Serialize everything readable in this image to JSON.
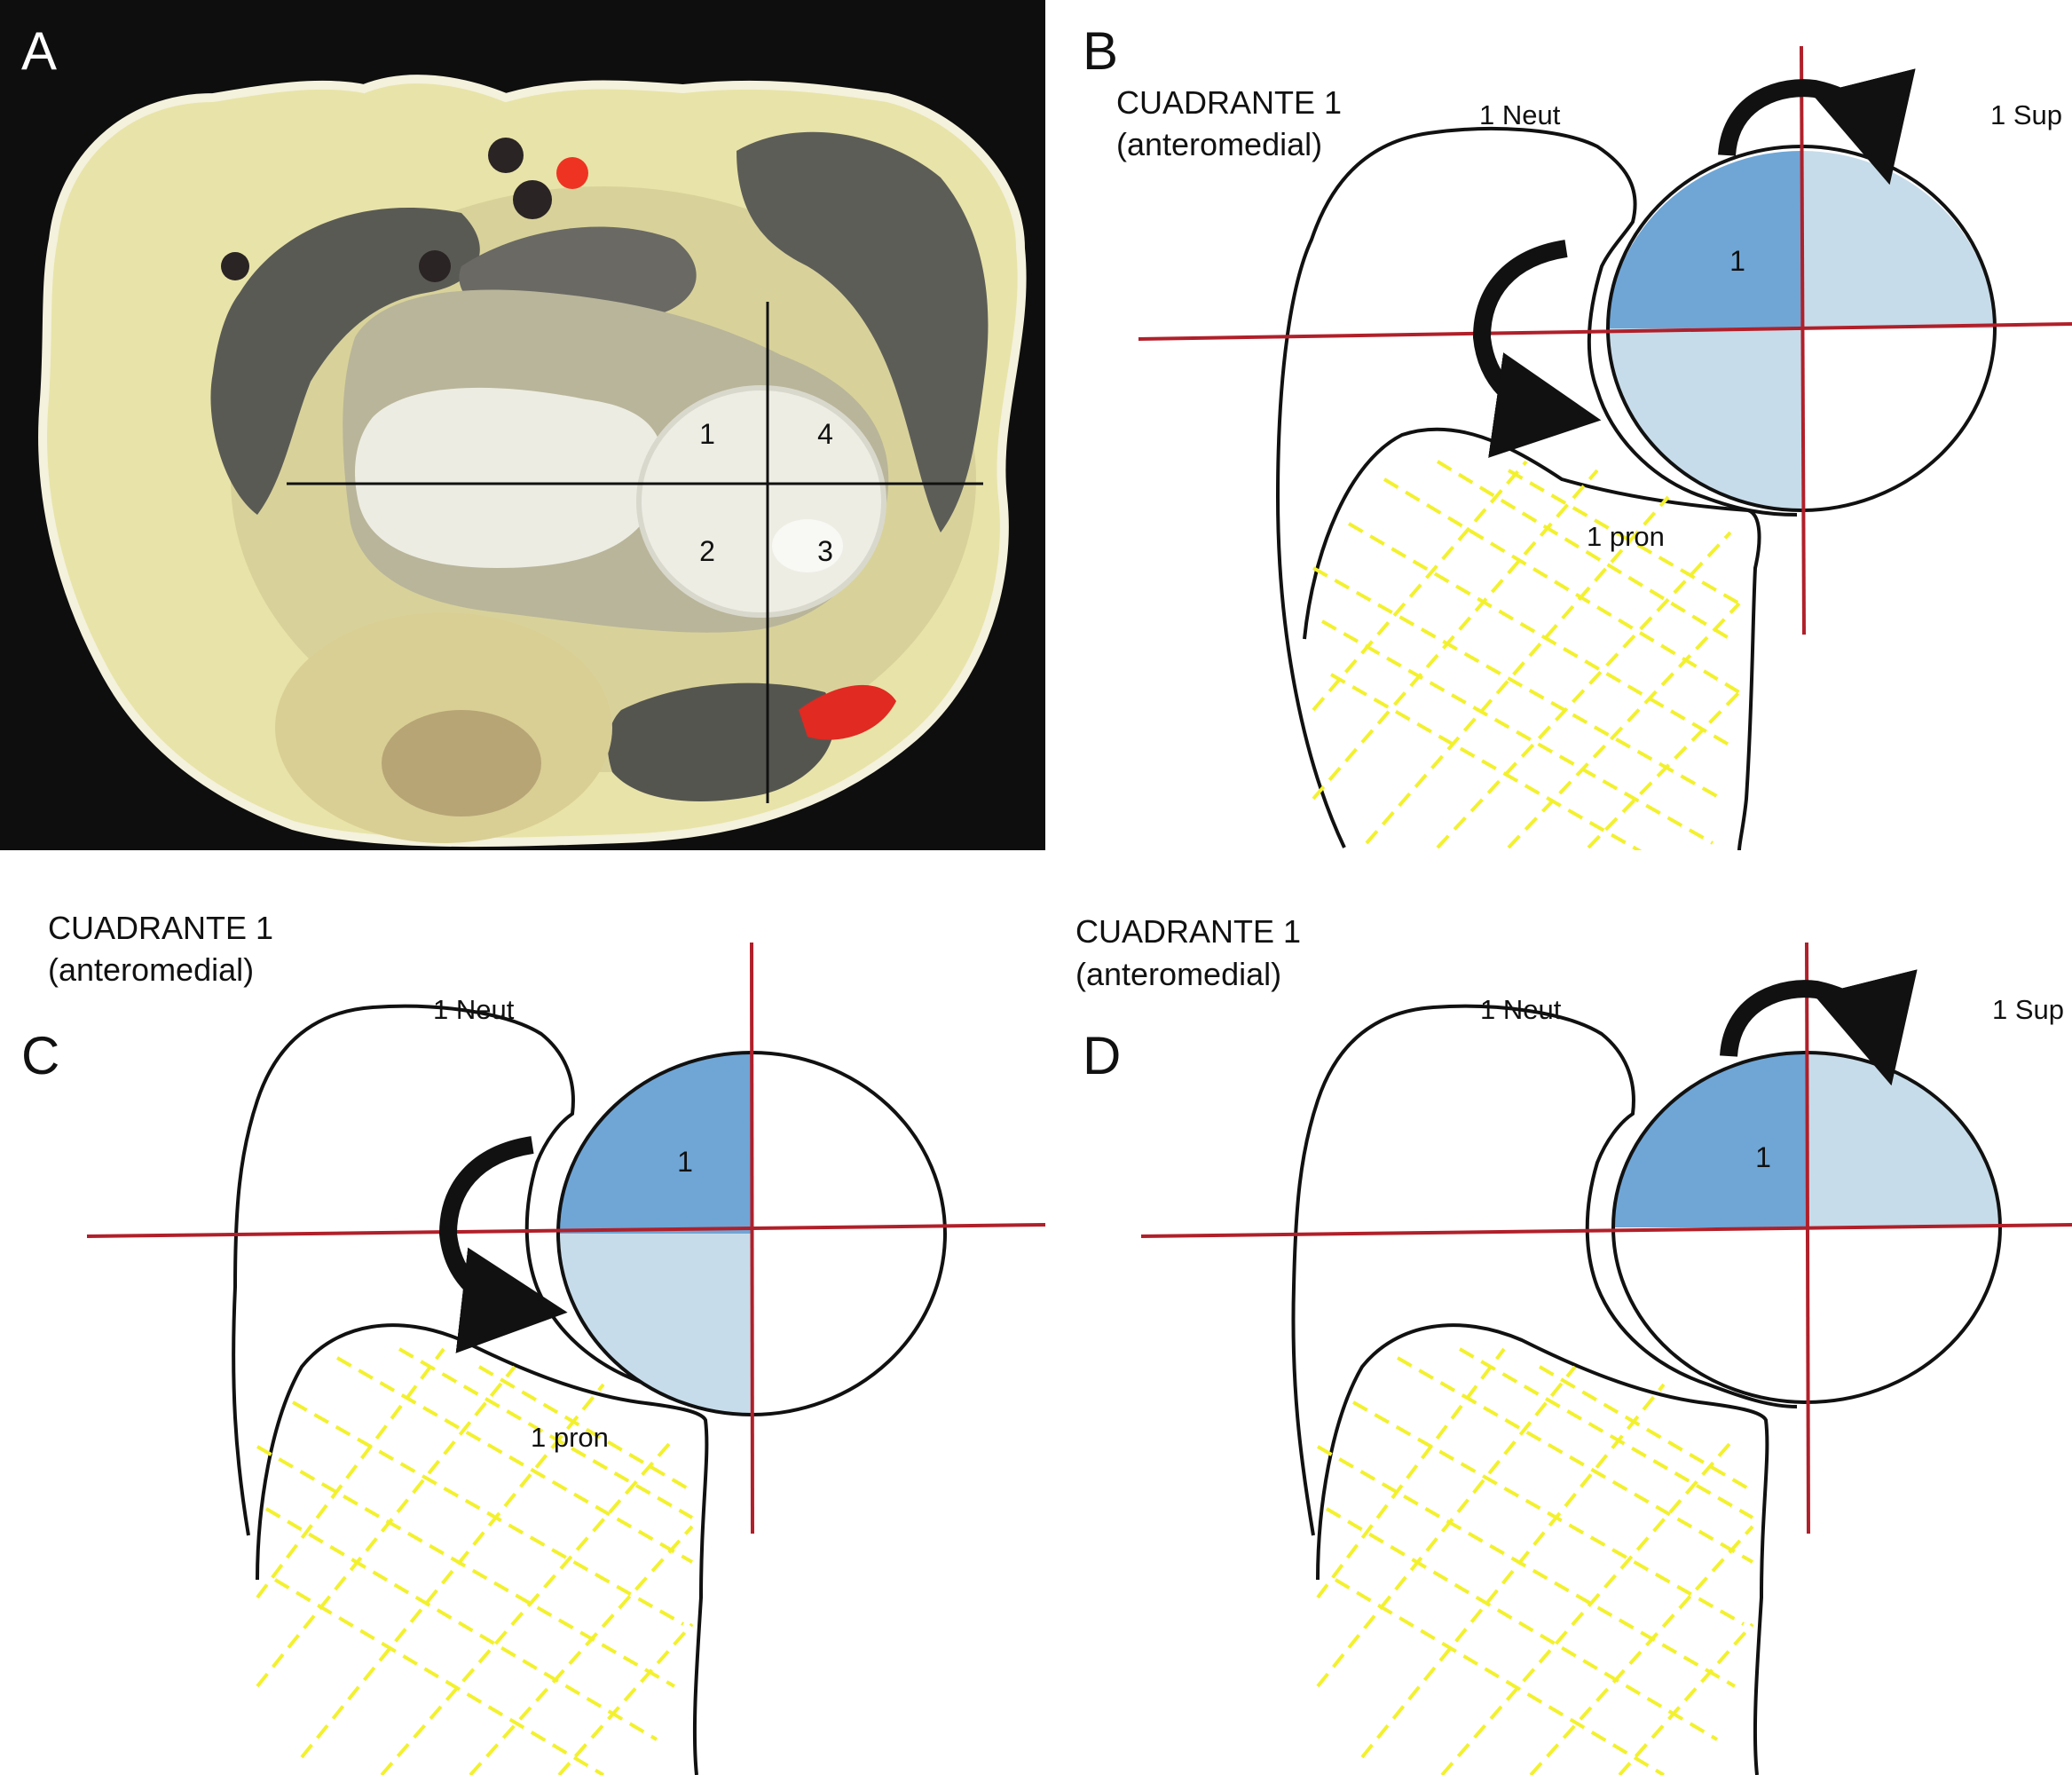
{
  "colors": {
    "red_axis": "#b0202a",
    "quadrant_dark": "#6fa6d6",
    "quadrant_light": "#c7dcea",
    "outline": "#111111",
    "hatch": "#f3f12e",
    "photo_background": "#0e0e0e"
  },
  "panel_a": {
    "letter": "A",
    "quadrants": [
      "1",
      "4",
      "2",
      "3"
    ]
  },
  "panel_b": {
    "letter": "B",
    "title_line1": "CUADRANTE 1",
    "title_line2": "(anteromedial)",
    "label_neut": "1 Neut",
    "label_sup": "1 Sup",
    "label_pron": "1 pron",
    "quadrant_label": "1"
  },
  "panel_c": {
    "letter": "C",
    "title_line1": "CUADRANTE 1",
    "title_line2": "(anteromedial)",
    "label_neut": "1 Neut",
    "label_pron": "1 pron",
    "quadrant_label": "1"
  },
  "panel_d": {
    "letter": "D",
    "title_line1": "CUADRANTE 1",
    "title_line2": "(anteromedial)",
    "label_neut": "1 Neut",
    "label_sup": "1 Sup",
    "quadrant_label": "1"
  }
}
